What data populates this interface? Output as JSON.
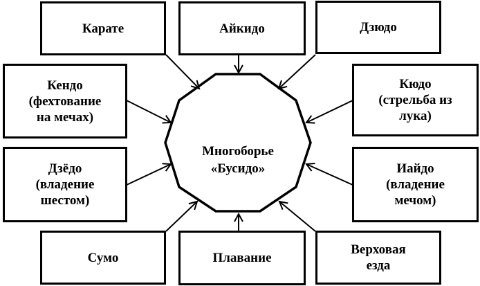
{
  "center": {
    "lines": [
      "Многоборье",
      "«Бусидо»"
    ]
  },
  "boxes": [
    {
      "id": "karate",
      "lines": [
        "Карате"
      ]
    },
    {
      "id": "aikido",
      "lines": [
        "Айкидо"
      ]
    },
    {
      "id": "judo",
      "lines": [
        "Дзюдо"
      ]
    },
    {
      "id": "kendo",
      "lines": [
        "Кендо",
        "(фехтование",
        "на мечах)"
      ]
    },
    {
      "id": "kyudo",
      "lines": [
        "Кюдо",
        "(стрельба из",
        "лука)"
      ]
    },
    {
      "id": "jodo",
      "lines": [
        "Дзёдо",
        "(владение",
        "шестом)"
      ]
    },
    {
      "id": "iaido",
      "lines": [
        "Иайдо",
        "(владение",
        "мечом)"
      ]
    },
    {
      "id": "sumo",
      "lines": [
        "Сумо"
      ]
    },
    {
      "id": "swimming",
      "lines": [
        "Плавание"
      ]
    },
    {
      "id": "riding",
      "lines": [
        "Верховая",
        "езда"
      ]
    }
  ]
}
